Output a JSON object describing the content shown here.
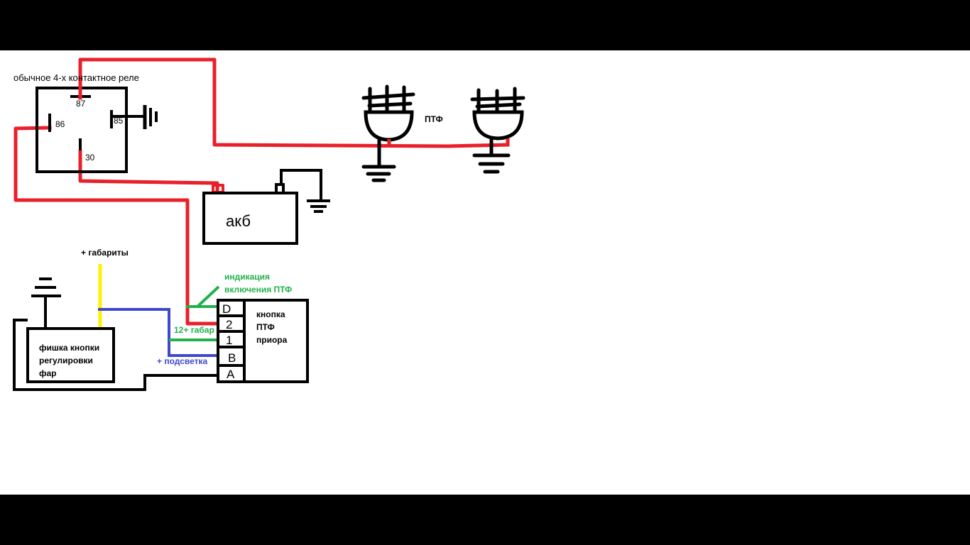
{
  "labels": {
    "relay_title": "обычное 4-х контактное реле",
    "pin_87": "87",
    "pin_86": "86",
    "pin_85": "85",
    "pin_30": "30",
    "battery": "акб",
    "fog_lights": "ПТФ",
    "side_lights": "+ габариты",
    "indication_line1": "индикация",
    "indication_line2": "включения ПТФ",
    "side_12": "12+ габар",
    "backlight": "+ подсветка",
    "button_line1": "кнопка",
    "button_line2": "ПТФ",
    "button_line3": "приора",
    "connector_line1": "фишка кнопки",
    "connector_line2": "регулировки",
    "connector_line3": "фар",
    "pin_d": "D",
    "pin_2": "2",
    "pin_1": "1",
    "pin_b": "B",
    "pin_a": "A"
  },
  "colors": {
    "background": "#000000",
    "canvas": "#ffffff",
    "wire_power": "#e8202a",
    "wire_ground": "#000000",
    "wire_backlight": "#3f48cc",
    "wire_indication": "#22b14c",
    "wire_side_lights": "#fff200"
  }
}
